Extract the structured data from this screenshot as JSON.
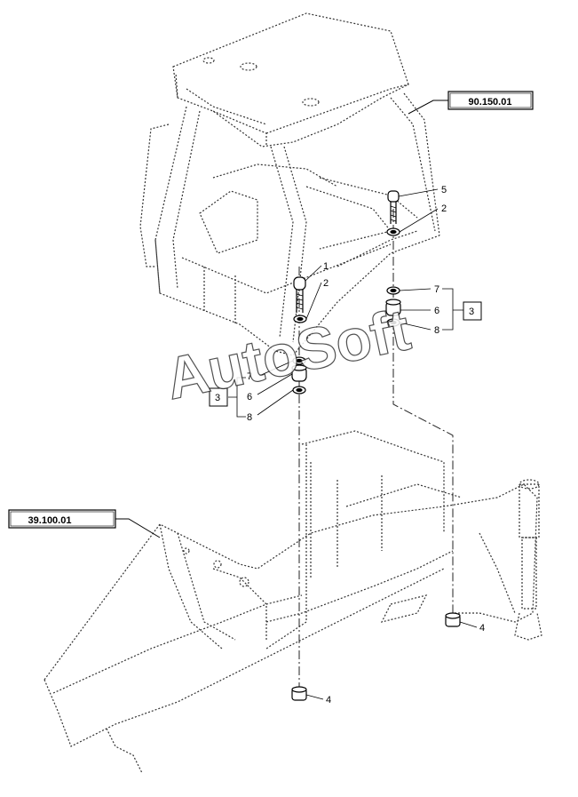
{
  "references": {
    "cab": "90.150.01",
    "frame": "39.100.01"
  },
  "callouts": {
    "c5": "5",
    "c2_right": "2",
    "c1": "1",
    "c2_left": "2",
    "c7_right": "7",
    "c6_right": "6",
    "c8_right": "8",
    "c3_right": "3",
    "c7_left": "7",
    "c6_left": "6",
    "c8_left": "8",
    "c3_left": "3",
    "c4_right": "4",
    "c4_bottom": "4"
  },
  "watermark": "AutoSoft"
}
